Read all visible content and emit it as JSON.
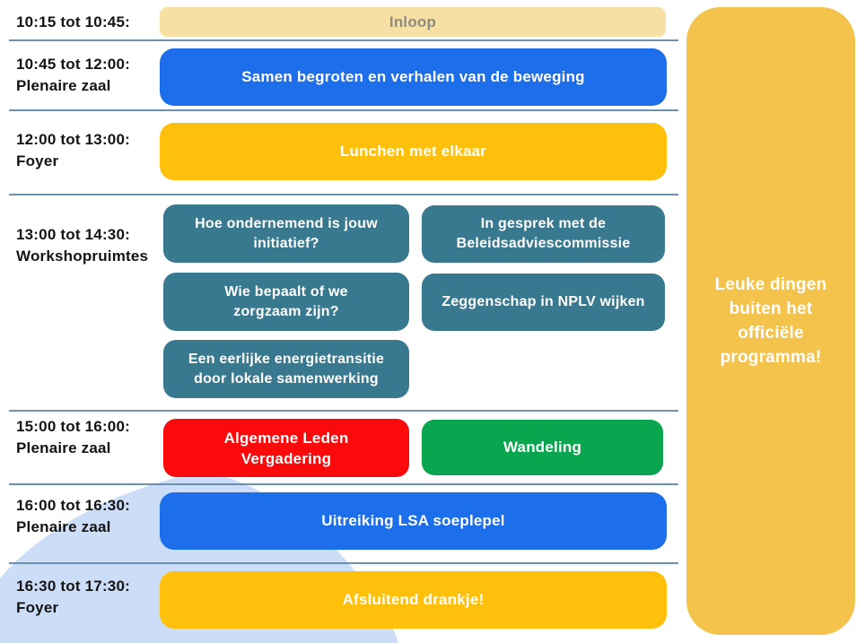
{
  "page": {
    "background_color": "#ffffff",
    "divider_color": "#6c91b0",
    "blob_color": "#ccddf7"
  },
  "sidebar": {
    "label": "Leuke dingen buiten het officiële programma!",
    "color": "#f3c34b",
    "text_color": "#ffffff"
  },
  "schedule": {
    "rows": [
      {
        "time": "10:15 tot 10:45:",
        "location": "",
        "events": [
          {
            "label": "Inloop",
            "color": "#f6e0a3",
            "text_color": "#8f8c80"
          }
        ]
      },
      {
        "time": "10:45 tot 12:00:",
        "location": "Plenaire zaal",
        "events": [
          {
            "label": "Samen begroten en verhalen van de beweging",
            "color": "#1d6eea",
            "text_color": "#ffffff"
          }
        ]
      },
      {
        "time": "12:00 tot 13:00:",
        "location": "Foyer",
        "events": [
          {
            "label": "Lunchen met elkaar",
            "color": "#fec00b",
            "text_color": "#ffffff"
          }
        ]
      },
      {
        "time": "13:00 tot 14:30:",
        "location": "Workshopruimtes",
        "events": [
          {
            "label": "Hoe ondernemend is jouw initiatief?",
            "color": "#38798f",
            "text_color": "#ffffff"
          },
          {
            "label": "In gesprek met de Beleidsadviescommissie",
            "color": "#38798f",
            "text_color": "#ffffff"
          },
          {
            "label": "Wie bepaalt of we zorgzaam zijn?",
            "color": "#38798f",
            "text_color": "#ffffff"
          },
          {
            "label": "Zeggenschap in NPLV wijken",
            "color": "#38798f",
            "text_color": "#ffffff"
          },
          {
            "label": "Een eerlijke energietransitie door lokale samenwerking",
            "color": "#38798f",
            "text_color": "#ffffff"
          }
        ]
      },
      {
        "time": "15:00 tot 16:00:",
        "location": "Plenaire zaal",
        "events": [
          {
            "label": "Algemene Leden Vergadering",
            "color": "#fa0a0a",
            "text_color": "#ffffff"
          },
          {
            "label": "Wandeling",
            "color": "#09a64f",
            "text_color": "#ffffff"
          }
        ]
      },
      {
        "time": "16:00 tot 16:30:",
        "location": "Plenaire zaal",
        "events": [
          {
            "label": "Uitreiking LSA soeplepel",
            "color": "#1d6eea",
            "text_color": "#ffffff"
          }
        ]
      },
      {
        "time": "16:30 tot 17:30:",
        "location": "Foyer",
        "events": [
          {
            "label": "Afsluitend drankje!",
            "color": "#fec00b",
            "text_color": "#ffffff"
          }
        ]
      }
    ]
  }
}
